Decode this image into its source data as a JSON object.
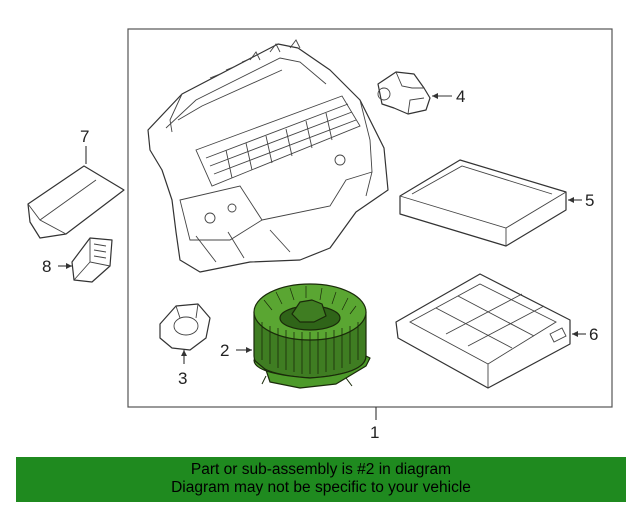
{
  "callouts": {
    "c1": "1",
    "c2": "2",
    "c3": "3",
    "c4": "4",
    "c5": "5",
    "c6": "6",
    "c7": "7",
    "c8": "8"
  },
  "banner": {
    "line1": "Part or sub-assembly is #2 in diagram",
    "line2": "Diagram may not be specific to your vehicle"
  },
  "colors": {
    "highlight": "#4d9a2a",
    "banner": "#1f8a1f"
  }
}
